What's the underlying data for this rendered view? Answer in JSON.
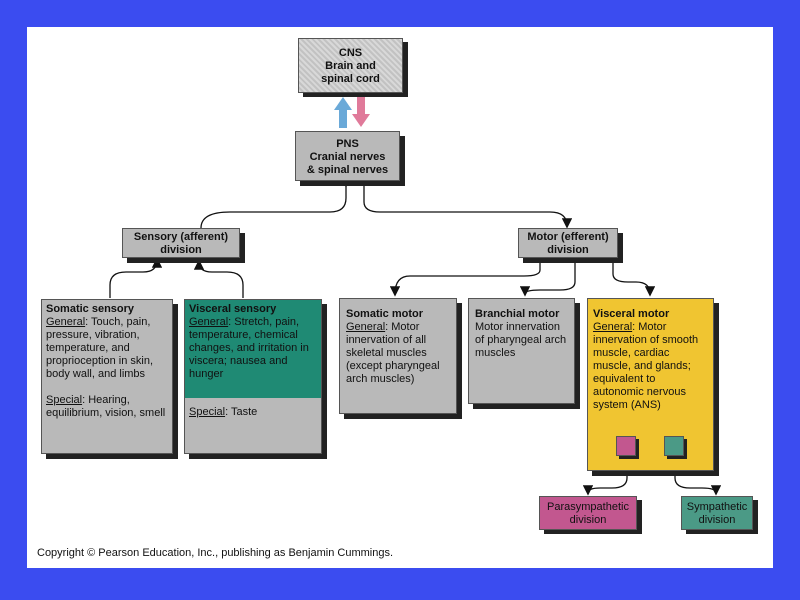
{
  "cns": {
    "title": "CNS",
    "line1": "Brain and",
    "line2": "spinal cord"
  },
  "pns": {
    "title": "PNS",
    "line1": "Cranial nerves",
    "line2": "& spinal nerves"
  },
  "sensory": {
    "line1": "Sensory (afferent)",
    "line2": "division"
  },
  "motor": {
    "line1": "Motor (efferent)",
    "line2": "division"
  },
  "somatic_sensory": {
    "title": "Somatic sensory",
    "general_label": "General",
    "general_text": ": Touch, pain, pressure, vibration, temperature, and proprioception in skin, body wall, and limbs",
    "special_label": "Special",
    "special_text": ": Hearing, equilibrium, vision, smell"
  },
  "visceral_sensory": {
    "title": "Visceral sensory",
    "general_label": "General",
    "general_text": ": Stretch, pain, temperature, chemical changes, and irritation in viscera; nausea and hunger",
    "special_label": "Special",
    "special_text": ": Taste"
  },
  "somatic_motor": {
    "title": "Somatic motor",
    "general_label": "General",
    "general_text": ": Motor innervation of all skeletal muscles (except pharyngeal arch muscles)"
  },
  "branchial_motor": {
    "title": "Branchial motor",
    "text": "Motor innervation of pharyngeal arch muscles"
  },
  "visceral_motor": {
    "title": "Visceral motor",
    "general_label": "General",
    "general_text": ": Motor innervation of smooth muscle, cardiac muscle, and glands; equivalent to autonomic nervous system (ANS)"
  },
  "parasympathetic": {
    "line1": "Parasympathetic",
    "line2": "division"
  },
  "sympathetic": {
    "line1": "Sympathetic",
    "line2": "division"
  },
  "copyright": "Copyright © Pearson Education, Inc., publishing as Benjamin Cummings.",
  "colors": {
    "background": "#3b4cf0",
    "green": "#1f8a74",
    "yellow": "#f0c531",
    "pink": "#c2578f",
    "teal": "#4b9a86",
    "arrow_up": "#6aa9d8",
    "arrow_down": "#e07a9a"
  }
}
